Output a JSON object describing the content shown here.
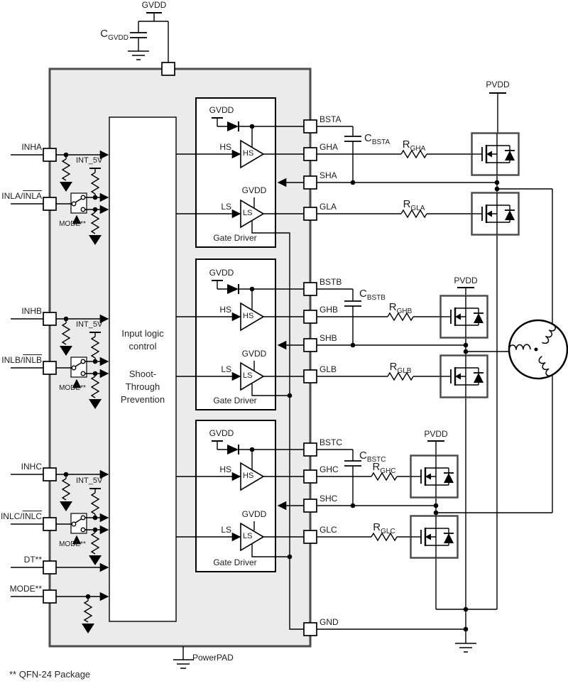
{
  "note": "** QFN-24 Package",
  "supply": {
    "gvdd": "GVDD",
    "pvdd": "PVDD",
    "int5v": "INT_5V"
  },
  "top_cap": {
    "base": "C",
    "sub": "GVDD"
  },
  "left_pins": {
    "inha": "INHA",
    "inla_pre": "INLA/",
    "inla_bar": "INLA",
    "inhb": "INHB",
    "inlb_pre": "INLB/",
    "inlb_bar": "INLB",
    "inhc": "INHC",
    "inlc_pre": "INLC/",
    "inlc_bar": "INLC",
    "dt": "DT**",
    "mode": "MODE**"
  },
  "mode_switch": "MODE**",
  "logic_block": {
    "l1": "Input logic",
    "l2": "control",
    "l3": "Shoot-",
    "l4": "Through",
    "l5": "Prevention"
  },
  "gate_driver": {
    "title": "Gate Driver",
    "hs": "HS",
    "ls": "LS"
  },
  "right_pins": {
    "bsta": "BSTA",
    "gha": "GHA",
    "sha": "SHA",
    "gla": "GLA",
    "bstb": "BSTB",
    "ghb": "GHB",
    "shb": "SHB",
    "glb": "GLB",
    "bstc": "BSTC",
    "ghc": "GHC",
    "shc": "SHC",
    "glc": "GLC",
    "gnd": "GND"
  },
  "components": {
    "cbsta": {
      "base": "C",
      "sub": "BSTA"
    },
    "cbstb": {
      "base": "C",
      "sub": "BSTB"
    },
    "cbstc": {
      "base": "C",
      "sub": "BSTC"
    },
    "rgha": {
      "base": "R",
      "sub": "GHA"
    },
    "rgla": {
      "base": "R",
      "sub": "GLA"
    },
    "rghb": {
      "base": "R",
      "sub": "GHB"
    },
    "rglb": {
      "base": "R",
      "sub": "GLB"
    },
    "rghc": {
      "base": "R",
      "sub": "GHC"
    },
    "rglc": {
      "base": "R",
      "sub": "GLC"
    }
  },
  "powerpad": "PowerPAD",
  "colors": {
    "ic_fill": "#ebebeb",
    "ic_border": "#4d4d4d",
    "line": "#000000"
  }
}
